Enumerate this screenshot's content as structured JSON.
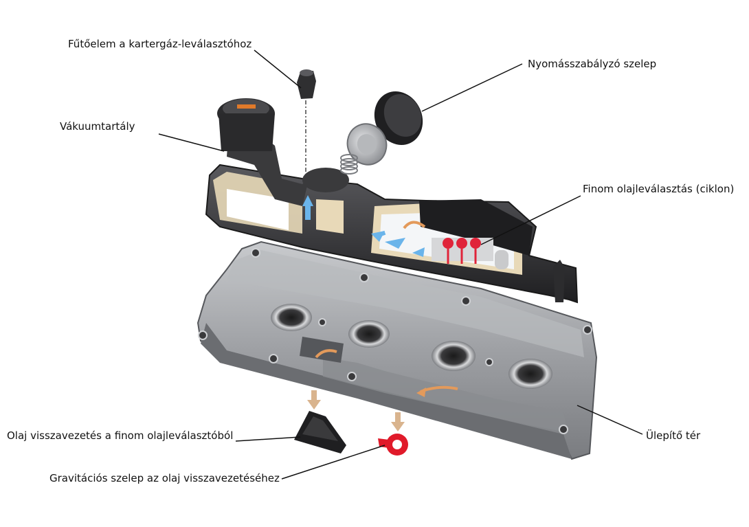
{
  "labels": {
    "heater": "Fűtőelem a kartergáz-leválasztóhoz",
    "pressure_valve": "Nyomásszabályzó szelep",
    "vacuum_tank": "Vákuumtartály",
    "fine_separation": "Finom olajleválasztás (ciklon)",
    "settling_space": "Ülepítő tér",
    "oil_return": "Olaj visszavezetés a finom olajleválasztóból",
    "gravity_valve": "Gravitációs szelep az olaj visszavezetéséhez"
  },
  "colors": {
    "housing_dark": "#2e2e30",
    "housing_mid": "#4a4a4d",
    "cover_grey": "#9a9ca0",
    "cover_light": "#c4c6c9",
    "cover_dark": "#6b6d71",
    "gasket_beige": "#e8d9b8",
    "flow_blue": "#6ab4ea",
    "flow_orange": "#e39a5b",
    "arrow_tan": "#d9b48e",
    "valve_red": "#e01a2a",
    "cyclone_red": "#e0243a"
  }
}
